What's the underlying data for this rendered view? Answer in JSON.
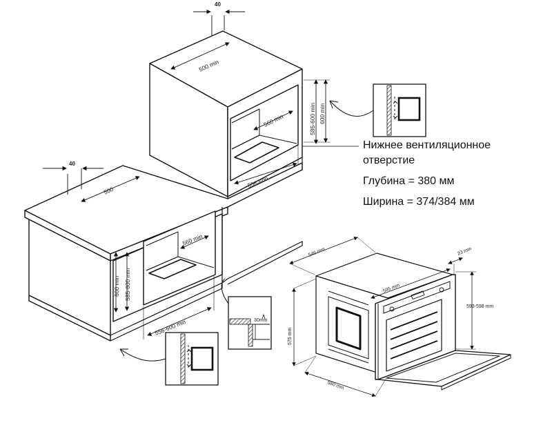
{
  "notes": {
    "vent_line1": "Нижнее вентиляционное",
    "vent_line2": "отверстие",
    "depth": "Глубина = 380 мм",
    "width": "Ширина = 374/384 мм"
  },
  "tall_cabinet": {
    "gap_top": "40",
    "depth_top": "500 min",
    "niche_depth": "560 min",
    "niche_height_a": "585-600 min",
    "niche_height_b": "600 min",
    "niche_width": "556-600 min"
  },
  "base_cabinet": {
    "gap_top": "40",
    "depth_top": "500",
    "niche_depth": "560 min",
    "niche_height_a": "600 min",
    "niche_height_b": "585-600 min",
    "niche_width": "556-600 min"
  },
  "detail": {
    "plinth_gap": "30mm"
  },
  "oven": {
    "depth": "546 mm",
    "front_width": "595 mm",
    "front_thickness": "23 mm",
    "front_height": "593-598 mm",
    "body_height": "575 mm",
    "body_width": "560 mm"
  }
}
